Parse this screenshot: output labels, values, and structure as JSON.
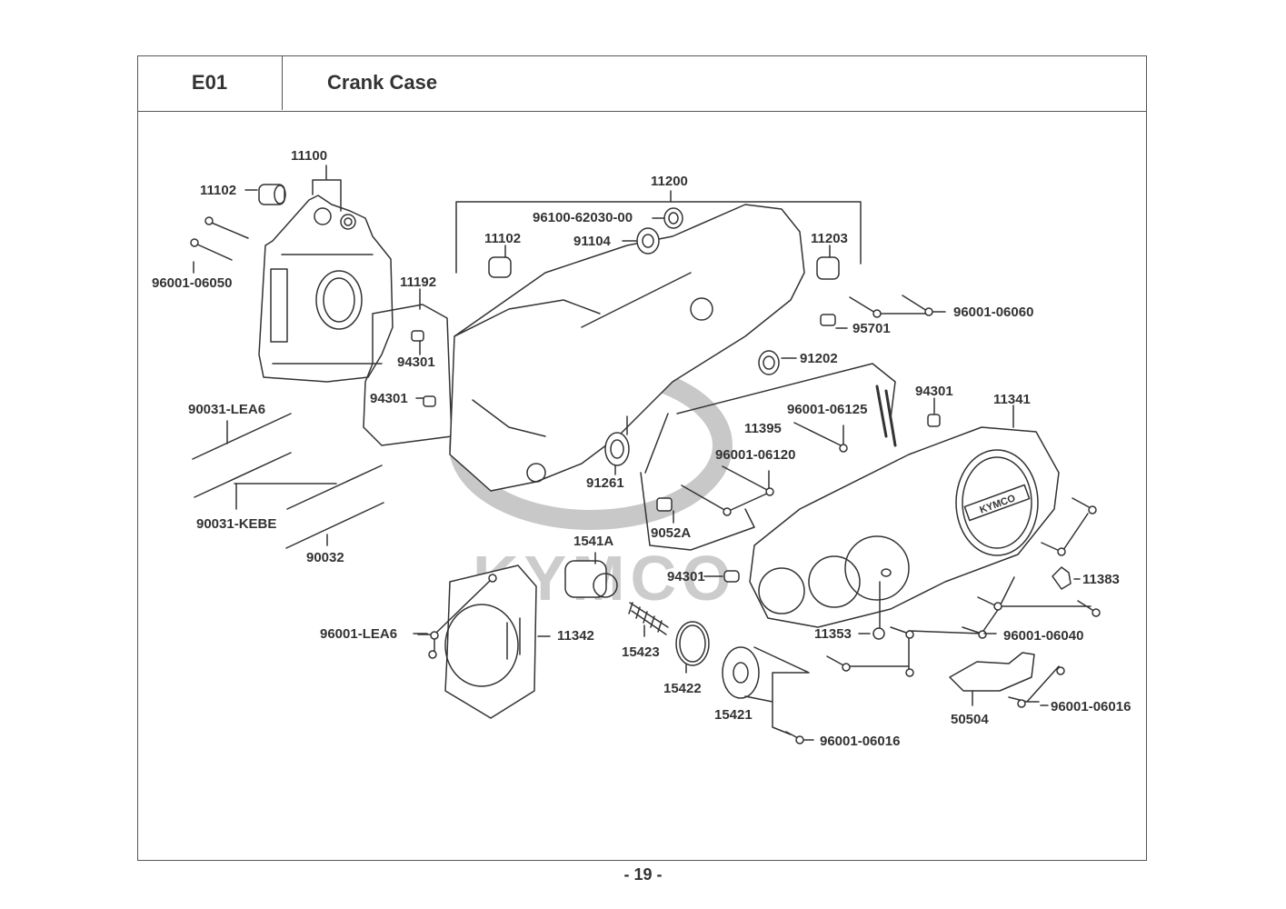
{
  "header": {
    "section_code": "E01",
    "section_title": "Crank Case"
  },
  "page_number": "- 19 -",
  "watermark": "KYMCO",
  "cover_logo_text": "KYMCO",
  "callouts": [
    {
      "id": "11100",
      "label": "11100"
    },
    {
      "id": "11102a",
      "label": "11102"
    },
    {
      "id": "96001-06050",
      "label": "96001-06050"
    },
    {
      "id": "11192",
      "label": "11192"
    },
    {
      "id": "94301a",
      "label": "94301"
    },
    {
      "id": "94301b",
      "label": "94301"
    },
    {
      "id": "11200",
      "label": "11200"
    },
    {
      "id": "96100-62030-00",
      "label": "96100-62030-00"
    },
    {
      "id": "11102b",
      "label": "11102"
    },
    {
      "id": "91104",
      "label": "91104"
    },
    {
      "id": "11203",
      "label": "11203"
    },
    {
      "id": "96001-06060",
      "label": "96001-06060"
    },
    {
      "id": "95701",
      "label": "95701"
    },
    {
      "id": "91202",
      "label": "91202"
    },
    {
      "id": "94301c",
      "label": "94301"
    },
    {
      "id": "11341",
      "label": "11341"
    },
    {
      "id": "96001-06125",
      "label": "96001-06125"
    },
    {
      "id": "11395",
      "label": "11395"
    },
    {
      "id": "90031-LEA6",
      "label": "90031-LEA6"
    },
    {
      "id": "96001-06120",
      "label": "96001-06120"
    },
    {
      "id": "91261",
      "label": "91261"
    },
    {
      "id": "9052A",
      "label": "9052A"
    },
    {
      "id": "90031-KEBE",
      "label": "90031-KEBE"
    },
    {
      "id": "90032",
      "label": "90032"
    },
    {
      "id": "1541A",
      "label": "1541A"
    },
    {
      "id": "94301d",
      "label": "94301"
    },
    {
      "id": "11383",
      "label": "11383"
    },
    {
      "id": "96001-LEA6",
      "label": "96001-LEA6"
    },
    {
      "id": "11342",
      "label": "11342"
    },
    {
      "id": "11353",
      "label": "11353"
    },
    {
      "id": "96001-06040",
      "label": "96001-06040"
    },
    {
      "id": "15423",
      "label": "15423"
    },
    {
      "id": "15422",
      "label": "15422"
    },
    {
      "id": "15421",
      "label": "15421"
    },
    {
      "id": "50504",
      "label": "50504"
    },
    {
      "id": "96001-06016a",
      "label": "96001-06016"
    },
    {
      "id": "96001-06016b",
      "label": "96001-06016"
    }
  ]
}
